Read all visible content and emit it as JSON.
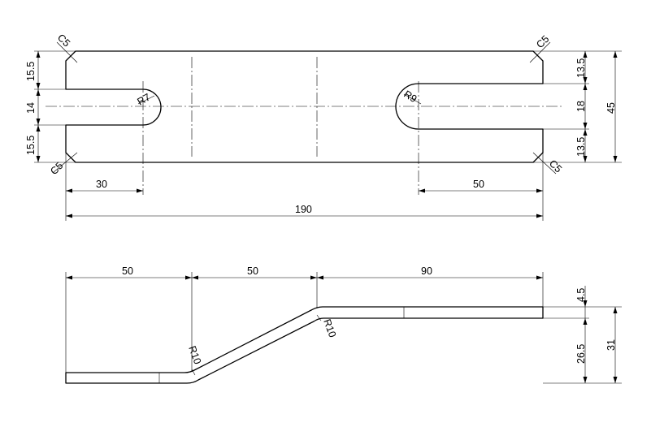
{
  "top_view": {
    "chamfers": [
      "C5",
      "C5",
      "C5",
      "C5"
    ],
    "left_slot_radius": "R7",
    "right_slot_radius": "R9",
    "left_dims": [
      "15.5",
      "14",
      "15.5"
    ],
    "right_dims": [
      "13.5",
      "18",
      "13.5"
    ],
    "overall_height": "45",
    "left_slot_depth": "30",
    "right_slot_depth": "50",
    "overall_length": "190"
  },
  "side_view": {
    "segment_lengths": [
      "50",
      "50",
      "90"
    ],
    "thickness": "4.5",
    "rise": "26.5",
    "total_height": "31",
    "lower_bend_radius": "R10",
    "upper_bend_radius": "R10"
  }
}
